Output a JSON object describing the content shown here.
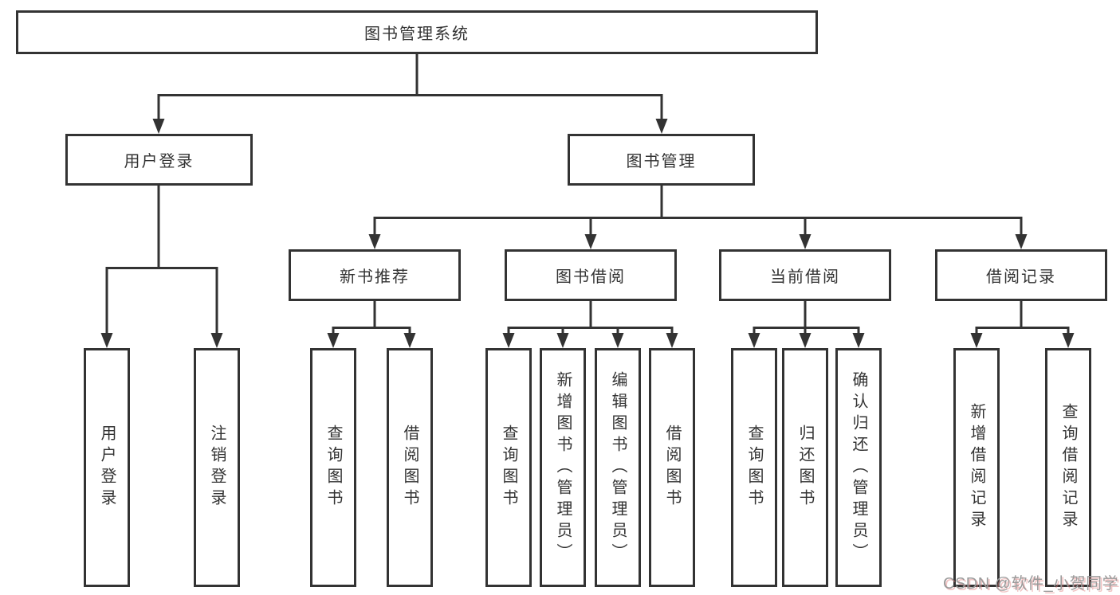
{
  "colors": {
    "line": "#333333",
    "text": "#333333",
    "background": "#ffffff",
    "watermark_gray": "#9a9a9a",
    "watermark_red_shadow": "#e07a7a"
  },
  "tree": {
    "root": {
      "label": "图书管理系统"
    },
    "branches": [
      {
        "label": "用户登录",
        "children": [
          {
            "label": "用户登录"
          },
          {
            "label": "注销登录"
          }
        ]
      },
      {
        "label": "图书管理",
        "groups": [
          {
            "label": "新书推荐",
            "children": [
              {
                "label": "查询图书"
              },
              {
                "label": "借阅图书"
              }
            ]
          },
          {
            "label": "图书借阅",
            "children": [
              {
                "label": "查询图书"
              },
              {
                "label": "新增图书（管理员）"
              },
              {
                "label": "编辑图书（管理员）"
              },
              {
                "label": "借阅图书"
              }
            ]
          },
          {
            "label": "当前借阅",
            "children": [
              {
                "label": "查询图书"
              },
              {
                "label": "归还图书"
              },
              {
                "label": "确认归还（管理员）"
              }
            ]
          },
          {
            "label": "借阅记录",
            "children": [
              {
                "label": "新增借阅记录"
              },
              {
                "label": "查询借阅记录"
              }
            ]
          }
        ]
      }
    ]
  },
  "watermark": {
    "text": "CSDN @软件_小贺同学"
  }
}
